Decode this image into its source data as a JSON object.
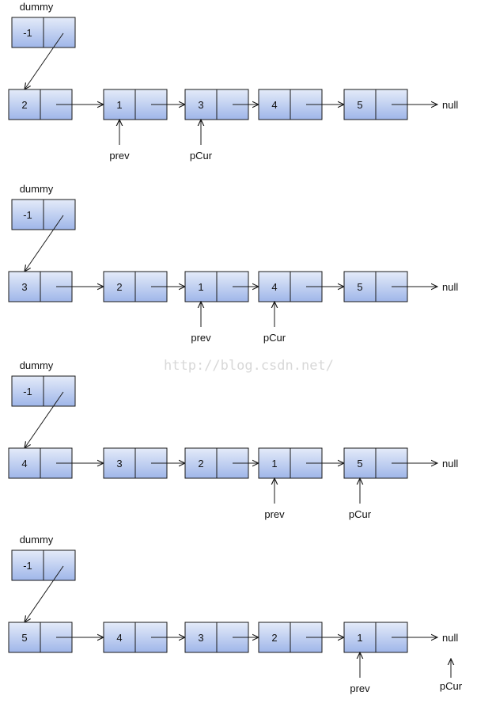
{
  "watermark": "http://blog.csdn.net/",
  "colors": {
    "node_fill_top": "#e4ebf9",
    "node_fill_bottom": "#9fb6e9",
    "stroke": "#1a1a1a"
  },
  "null_label": "null",
  "dummy_label": "dummy",
  "steps": [
    {
      "dummy_value": "-1",
      "nodes": [
        "2",
        "1",
        "3",
        "4",
        "5"
      ],
      "pointers": [
        {
          "label": "prev",
          "target": "node",
          "index": 1
        },
        {
          "label": "pCur",
          "target": "node",
          "index": 2
        }
      ]
    },
    {
      "dummy_value": "-1",
      "nodes": [
        "3",
        "2",
        "1",
        "4",
        "5"
      ],
      "pointers": [
        {
          "label": "prev",
          "target": "node",
          "index": 2
        },
        {
          "label": "pCur",
          "target": "node",
          "index": 3
        }
      ]
    },
    {
      "dummy_value": "-1",
      "nodes": [
        "4",
        "3",
        "2",
        "1",
        "5"
      ],
      "pointers": [
        {
          "label": "prev",
          "target": "node",
          "index": 3
        },
        {
          "label": "pCur",
          "target": "node",
          "index": 4
        }
      ]
    },
    {
      "dummy_value": "-1",
      "nodes": [
        "5",
        "4",
        "3",
        "2",
        "1"
      ],
      "pointers": [
        {
          "label": "prev",
          "target": "node",
          "index": 4
        },
        {
          "label": "pCur",
          "target": "null"
        }
      ]
    }
  ]
}
